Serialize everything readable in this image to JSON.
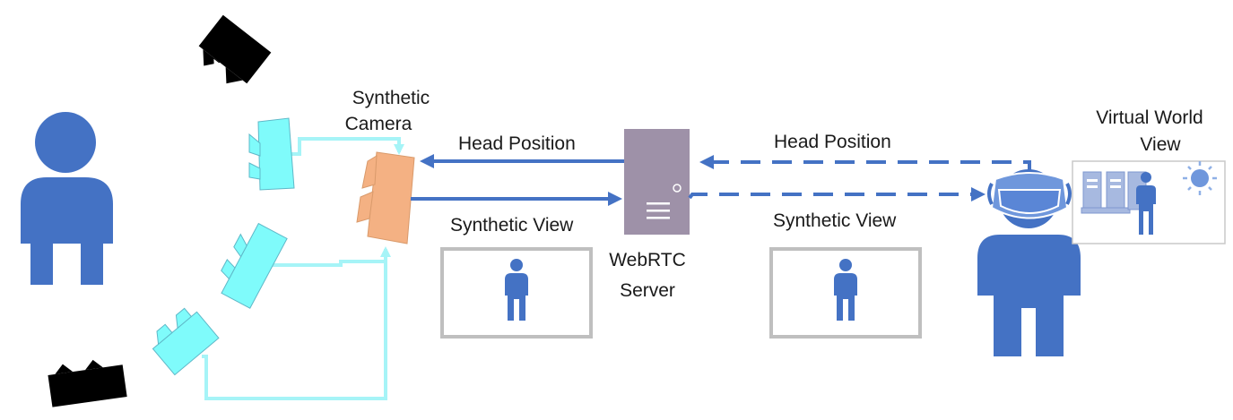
{
  "labels": {
    "synthetic_camera_line1": "Synthetic",
    "synthetic_camera_line2": "Camera",
    "head_position_left": "Head Position",
    "head_position_right": "Head Position",
    "synthetic_view_left": "Synthetic View",
    "synthetic_view_right": "Synthetic View",
    "webrtc_line1": "WebRTC",
    "webrtc_line2": "Server",
    "virtual_world_line1": "Virtual World",
    "virtual_world_line2": "View"
  },
  "colors": {
    "person_blue": "#4472c4",
    "camera_cyan": "#7ffbfb",
    "camera_cyan_stroke": "#5fb8c8",
    "synthetic_camera": "#f4b183",
    "server": "#9e91a8",
    "arrow_blue": "#4472c4",
    "cyan_line": "#a6f4f7",
    "view_frame": "#bfbfbf",
    "black_camera": "#000000"
  }
}
